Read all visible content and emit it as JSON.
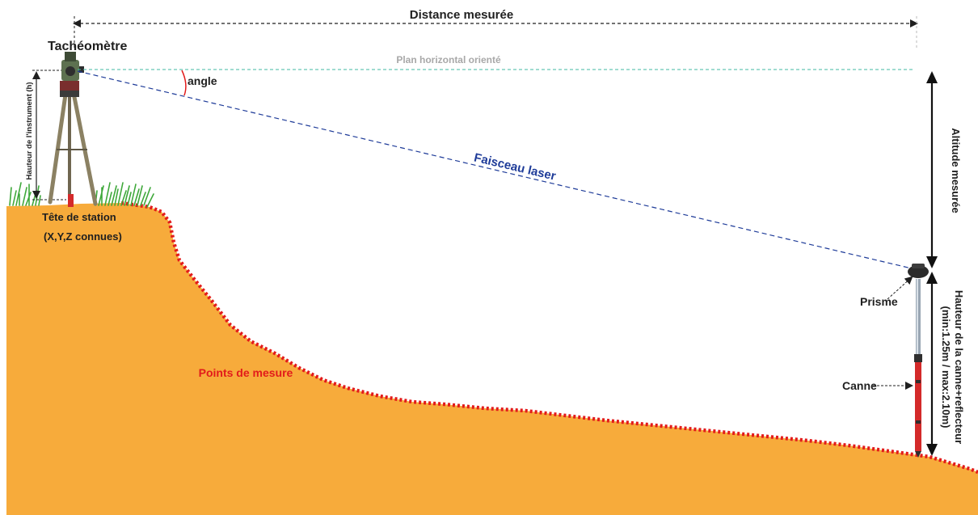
{
  "title_distance": "Distance mesurée",
  "instrument": {
    "label": "Tachéomètre",
    "height_label": "Hauteur de l'instrument (h)"
  },
  "horizontal_plane_label": "Plan horizontal orienté",
  "angle_label": "angle",
  "laser_label": "Faisceau laser",
  "altitude_label": "Altitude mesurée",
  "station": {
    "line1": "Tête de station",
    "line2": "(X,Y,Z connues)"
  },
  "measure_points_label": "Points de mesure",
  "prism_label": "Prisme",
  "pole_label": "Canne",
  "pole_height": {
    "line1": "Hauteur de la canne+reflecteur",
    "line2": "(min:1.25m / max:2.10m)"
  },
  "colors": {
    "ground": "#f7ab3b",
    "profile": "#e21b1b",
    "laser": "#1f3c99",
    "plane": "#41b8a3",
    "grass": "#3ea83a",
    "pole_red": "#d42a2a",
    "text": "#1f1f1f"
  }
}
